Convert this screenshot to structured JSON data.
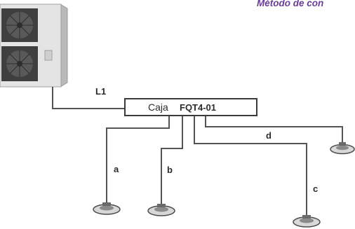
{
  "header": {
    "text": "Método de con"
  },
  "distribution_box": {
    "prefix": "Caja",
    "model": "FQT4-01"
  },
  "pipe_labels": {
    "main": "L1",
    "a": "a",
    "b": "b",
    "c": "c",
    "d": "d"
  },
  "colors": {
    "header": "#6a3d96",
    "pipe": "#555555",
    "box_border": "#3a3a3a",
    "unit_body": "#e4e4e4",
    "fan_grille": "#4a4a4a"
  },
  "icons": {
    "outdoor_unit": "outdoor-unit-icon",
    "indoor_unit": "ceiling-cassette-icon"
  }
}
